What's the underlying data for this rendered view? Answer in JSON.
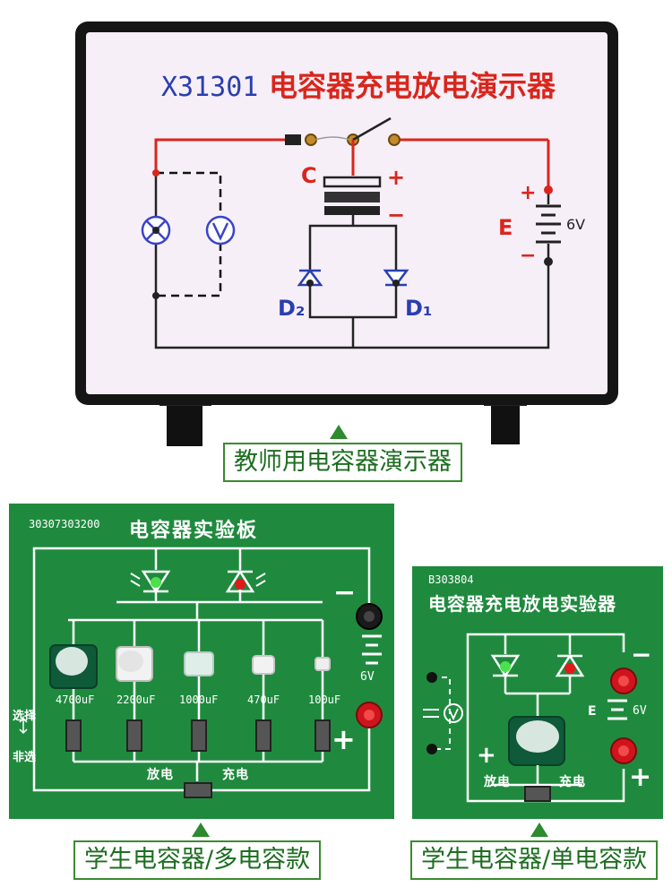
{
  "demonstrator": {
    "title_model": "X31301",
    "title_name": "电容器充电放电演示器",
    "label_c": "C",
    "label_plus": "+",
    "label_minus": "−",
    "label_e": "E",
    "label_e_plus": "+",
    "label_e_minus": "−",
    "label_voltage": "6V",
    "label_d2": "D₂",
    "label_d1": "D₁",
    "caption": "教师用电容器演示器"
  },
  "multi_board": {
    "serial": "30307303200",
    "title": "电容器实验板",
    "capacitors": [
      "4700uF",
      "2200uF",
      "1000uF",
      "470uF",
      "100uF"
    ],
    "select_top": "选择",
    "select_bottom": "非选",
    "minus": "−",
    "plus": "+",
    "voltage": "6V",
    "discharge": "放电",
    "charge": "充电",
    "caption": "学生电容器/多电容款"
  },
  "single_board": {
    "serial": "B303804",
    "title": "电容器充电放电实验器",
    "minus": "−",
    "plus": "+",
    "e_label": "E",
    "voltage": "6V",
    "plus_left": "+",
    "discharge": "放电",
    "charge": "充电",
    "caption": "学生电容器/单电容款"
  },
  "colors": {
    "demo_wire_red": "#d9261c",
    "demo_text_blue": "#2a3fb0",
    "demo_text_red": "#d9261c",
    "board_green": "#1f8a3e",
    "caption_green": "#1d6e20"
  }
}
